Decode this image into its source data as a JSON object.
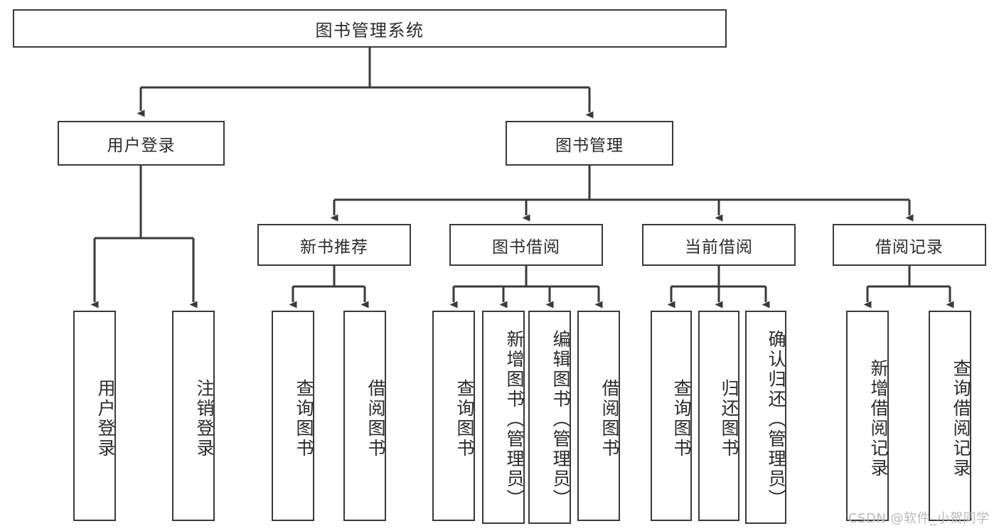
{
  "diagram": {
    "type": "tree-hierarchy",
    "title": "图书管理系统",
    "root": {
      "label": "图书管理系统",
      "children": [
        {
          "label": "用户登录",
          "children": [
            {
              "label": "用户登录"
            },
            {
              "label": "注销登录"
            }
          ]
        },
        {
          "label": "图书管理",
          "children": [
            {
              "label": "新书推荐",
              "children": [
                {
                  "label": "查询图书"
                },
                {
                  "label": "借阅图书"
                }
              ]
            },
            {
              "label": "图书借阅",
              "children": [
                {
                  "label": "查询图书"
                },
                {
                  "label": "新增图书（管理员）"
                },
                {
                  "label": "编辑图书（管理员）"
                },
                {
                  "label": "借阅图书"
                }
              ]
            },
            {
              "label": "当前借阅",
              "children": [
                {
                  "label": "查询图书"
                },
                {
                  "label": "归还图书"
                },
                {
                  "label": "确认归还（管理员）"
                }
              ]
            },
            {
              "label": "借阅记录",
              "children": [
                {
                  "label": "新增借阅记录"
                },
                {
                  "label": "查询借阅记录"
                }
              ]
            }
          ]
        }
      ]
    },
    "nodes": {
      "root": "图书管理系统",
      "user_login": "用户登录",
      "book_manage": "图书管理",
      "new_book_rec": "新书推荐",
      "book_borrow": "图书借阅",
      "current_borrow": "当前借阅",
      "borrow_record": "借阅记录",
      "leaf_user_login": "用户登录",
      "leaf_logout": "注销登录",
      "leaf_query_book_1": "查询图书",
      "leaf_borrow_book_1": "借阅图书",
      "leaf_query_book_2": "查询图书",
      "leaf_add_book": "新增图书（管理员）",
      "leaf_edit_book": "编辑图书（管理员）",
      "leaf_borrow_book_2": "借阅图书",
      "leaf_query_book_3": "查询图书",
      "leaf_return_book": "归还图书",
      "leaf_confirm_return": "确认归还（管理员）",
      "leaf_add_record": "新增借阅记录",
      "leaf_query_record": "查询借阅记录"
    },
    "colors": {
      "stroke": "#3a3a3a",
      "fill": "#ffffff",
      "text": "#2b2b2b",
      "watermark": "#b9b9b9"
    }
  },
  "watermark": {
    "text": "CSDN @软件_小贺同学"
  }
}
